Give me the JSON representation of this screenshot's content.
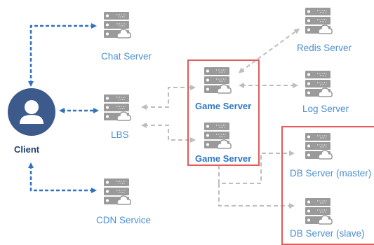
{
  "nodes": {
    "client": "Client",
    "chat_server": "Chat Server",
    "lbs": "LBS",
    "cdn_service": "CDN Service",
    "game_server_1": "Game Server",
    "game_server_2": "Game Server",
    "redis_server": "Redis Server",
    "log_server": "Log Server",
    "db_master": "DB Server (master)",
    "db_slave": "DB Server (slave)"
  },
  "colors": {
    "client_link": "#2f72c0",
    "server_link": "#bdbdbd",
    "server_icon": "#9a9a9a",
    "client_avatar": "#3d5a8c",
    "highlight_box": "#e35a5a",
    "label_text": "#4b8fd0"
  },
  "icons": {
    "server": "server-cloud-icon",
    "client": "user-avatar-icon"
  }
}
